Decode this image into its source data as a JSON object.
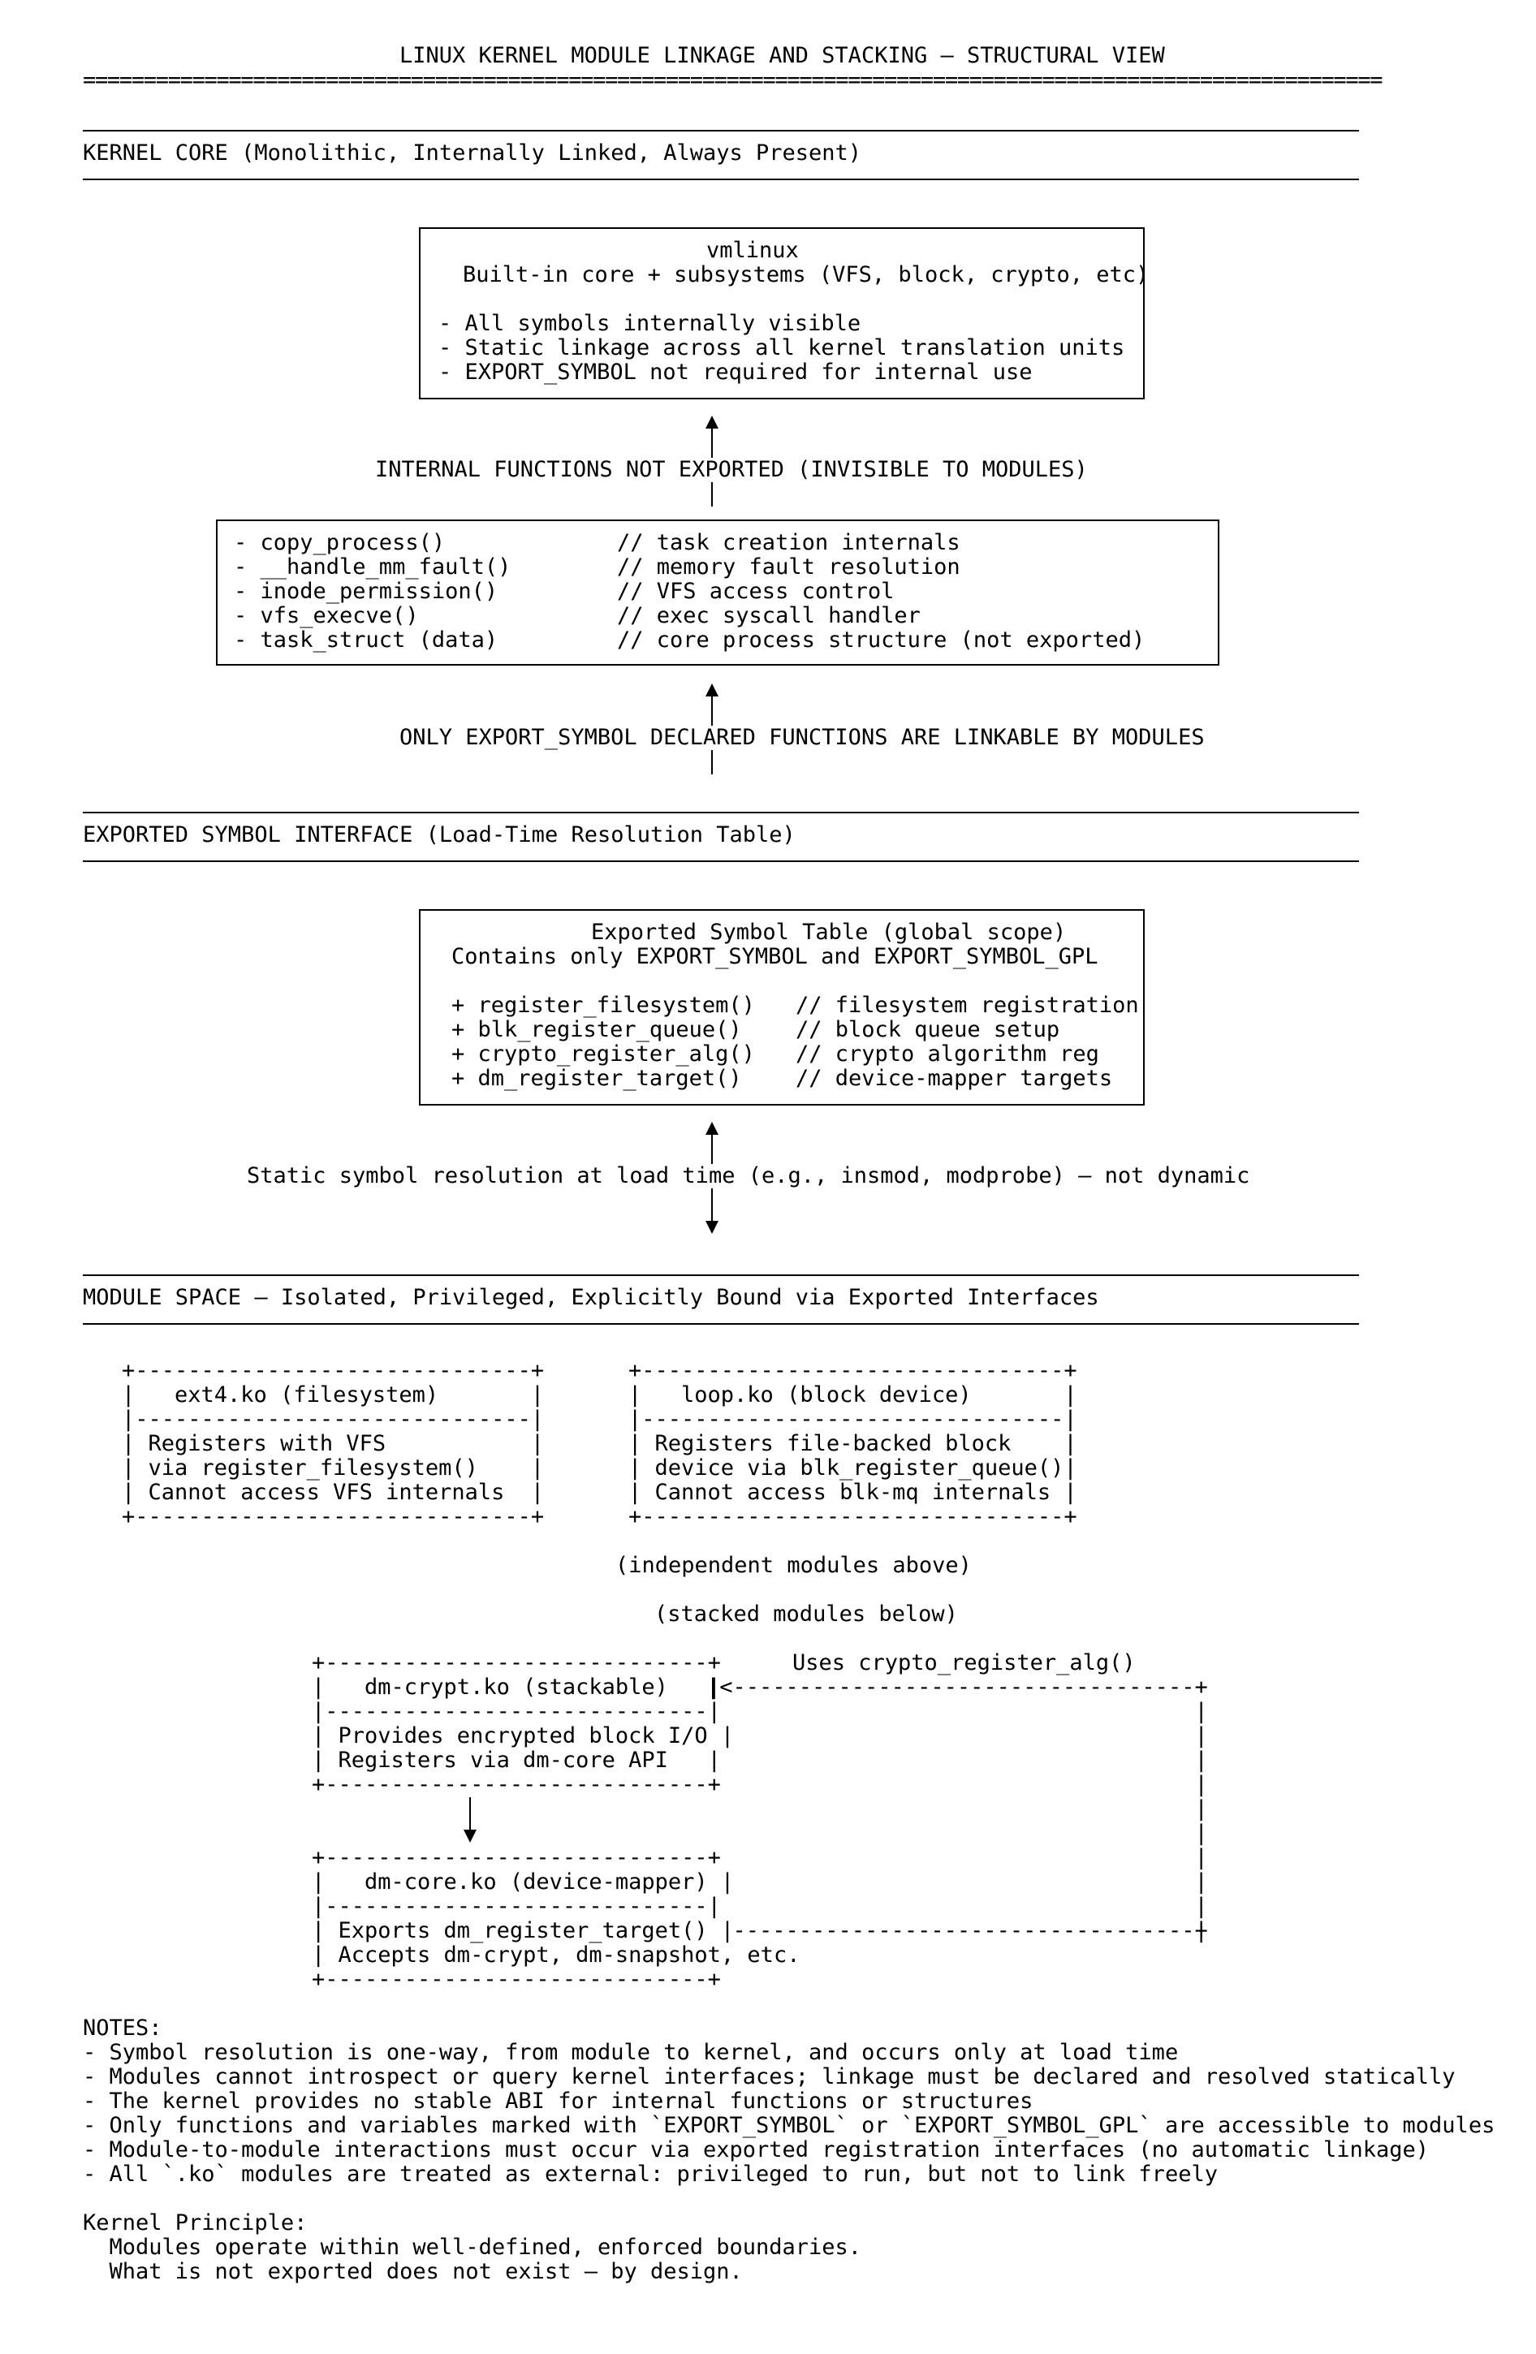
{
  "title": "LINUX KERNEL MODULE LINKAGE AND STACKING — STRUCTURAL VIEW",
  "title_rule": "===========================================================================================================",
  "kernel_core": {
    "heading": "KERNEL CORE (Monolithic, Internally Linked, Always Present)",
    "vmlinux_box": {
      "name": "vmlinux",
      "subtitle": "Built-in core + subsystems (VFS, block, crypto, etc)",
      "bullets": [
        "- All symbols internally visible",
        "- Static linkage across all kernel translation units",
        "- EXPORT_SYMBOL not required for internal use"
      ]
    },
    "internal_label": "INTERNAL FUNCTIONS NOT EXPORTED (INVISIBLE TO MODULES)",
    "internal_functions": [
      {
        "name": "- copy_process()",
        "comment": "// task creation internals"
      },
      {
        "name": "- __handle_mm_fault()",
        "comment": "// memory fault resolution"
      },
      {
        "name": "- inode_permission()",
        "comment": "// VFS access control"
      },
      {
        "name": "- vfs_execve()",
        "comment": "// exec syscall handler"
      },
      {
        "name": "- task_struct (data)",
        "comment": "// core process structure (not exported)"
      }
    ],
    "export_label": "ONLY EXPORT_SYMBOL DECLARED FUNCTIONS ARE LINKABLE BY MODULES"
  },
  "exported_interface": {
    "heading": "EXPORTED SYMBOL INTERFACE (Load-Time Resolution Table)",
    "table_title": "Exported Symbol Table (global scope)",
    "table_subtitle": "Contains only EXPORT_SYMBOL and EXPORT_SYMBOL_GPL",
    "symbols": [
      {
        "name": "+ register_filesystem()",
        "comment": "// filesystem registration"
      },
      {
        "name": "+ blk_register_queue()",
        "comment": "// block queue setup"
      },
      {
        "name": "+ crypto_register_alg()",
        "comment": "// crypto algorithm reg"
      },
      {
        "name": "+ dm_register_target()",
        "comment": "// device-mapper targets"
      }
    ],
    "resolution_label": "Static symbol resolution at load time (e.g., insmod, modprobe) — not dynamic"
  },
  "module_space": {
    "heading": "MODULE SPACE — Isolated, Privileged, Explicitly Bound via Exported Interfaces",
    "ext4_box": [
      "+------------------------------+",
      "|   ext4.ko (filesystem)       |",
      "|------------------------------|",
      "| Registers with VFS           |",
      "| via register_filesystem()    |",
      "| Cannot access VFS internals  |",
      "+------------------------------+"
    ],
    "loop_box": [
      "+--------------------------------+",
      "|   loop.ko (block device)       |",
      "|--------------------------------|",
      "| Registers file-backed block    |",
      "| device via blk_register_queue()|",
      "| Cannot access blk-mq internals |",
      "+--------------------------------+"
    ],
    "independent_label": "(independent modules above)",
    "stacked_label": "(stacked modules below)",
    "dmcrypt_box": [
      "+-----------------------------+",
      "|   dm-crypt.ko (stackable)   |",
      "|-----------------------------|",
      "| Provides encrypted block I/O |",
      "| Registers via dm-core API   |",
      "+-----------------------------+"
    ],
    "crypto_edge_label": "Uses crypto_register_alg()",
    "crypto_edge_lines": [
      "|<-----------------------------------+",
      "                                     |",
      "                                     |",
      "                                     |",
      "                                     |",
      "                                     |",
      "                                     |",
      "                                     |",
      "                                     |",
      "                                     |",
      "                                     |",
      "|<-----------------------------------+"
    ],
    "dmcore_box": [
      "+-----------------------------+",
      "|   dm-core.ko (device-mapper) |",
      "|-----------------------------|",
      "| Exports dm_register_target() |",
      "| Accepts dm-crypt, dm-snapshot, etc.",
      "+-----------------------------+"
    ]
  },
  "notes": {
    "heading": "NOTES:",
    "items": [
      "- Symbol resolution is one-way, from module to kernel, and occurs only at load time",
      "- Modules cannot introspect or query kernel interfaces; linkage must be declared and resolved statically",
      "- The kernel provides no stable ABI for internal functions or structures",
      "- Only functions and variables marked with `EXPORT_SYMBOL` or `EXPORT_SYMBOL_GPL` are accessible to modules",
      "- Module-to-module interactions must occur via exported registration interfaces (no automatic linkage)",
      "- All `.ko` modules are treated as external: privileged to run, but not to link freely"
    ]
  },
  "principle": {
    "heading": "Kernel Principle:",
    "lines": [
      "  Modules operate within well-defined, enforced boundaries.",
      "  What is not exported does not exist — by design."
    ]
  }
}
